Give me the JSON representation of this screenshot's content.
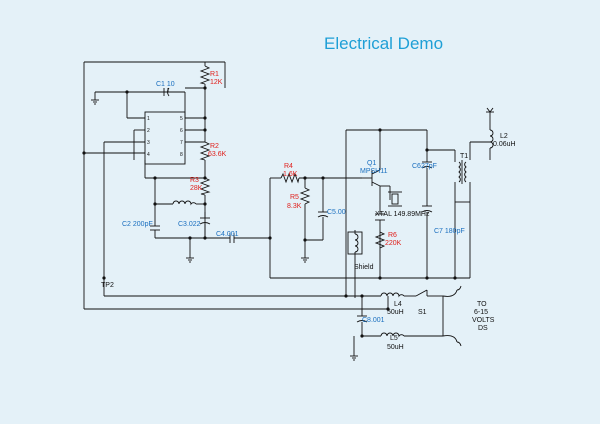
{
  "title": "Electrical Demo",
  "colors": {
    "background": "#e4f1f8",
    "wire": "#111111",
    "title": "#1e9fd6",
    "resistor_label": "#e0201c",
    "part_label": "#1a6fbf"
  },
  "components": {
    "r1": {
      "ref": "R1",
      "value": "12K"
    },
    "r2": {
      "ref": "R2",
      "value": "63.6K"
    },
    "r3": {
      "ref": "R3",
      "value": "28K"
    },
    "r4": {
      "ref": "R4",
      "value": "1.6K"
    },
    "r5": {
      "ref": "R5",
      "value": "8.3K"
    },
    "r6": {
      "ref": "R6",
      "value": "220K"
    },
    "c1": "C1 10",
    "c2": "C2 200pF",
    "c3": "C3.022",
    "c4": "C4.001",
    "c5": "C5.00",
    "c6": "C627pF",
    "c7": "C7 180pF",
    "c8": "C8.001",
    "q1": {
      "ref": "Q1",
      "part": "MPSH11"
    },
    "xtal": "XTAL 149.89MHz",
    "l2": {
      "ref": "L2",
      "value": "0.06uH"
    },
    "t1": "T1",
    "l4": {
      "ref": "L4",
      "value": "50uH"
    },
    "l5": {
      "ref": "L5",
      "value": "50uH"
    },
    "s1": "S1",
    "tp2": "TP2",
    "shield": "Shield",
    "supply": [
      "TO",
      "6-15",
      "VOLTS",
      "DS"
    ]
  },
  "ic_pins": [
    "1",
    "2",
    "3",
    "4",
    "5",
    "6",
    "7",
    "8"
  ]
}
